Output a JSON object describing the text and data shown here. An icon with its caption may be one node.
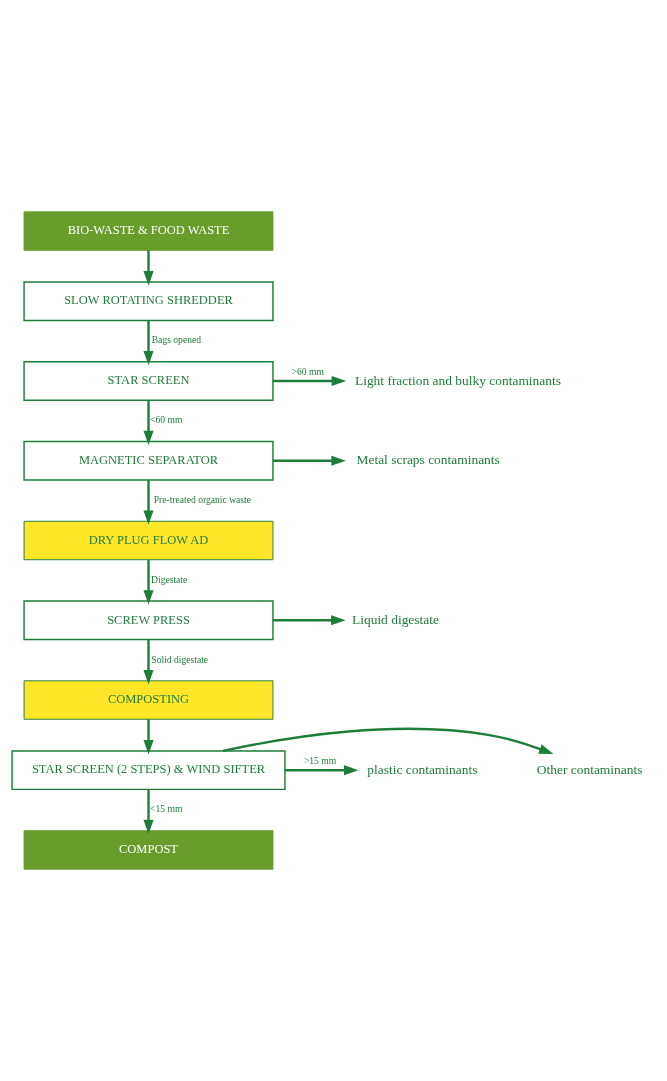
{
  "diagram": {
    "nodes": [
      {
        "text": [
          "BIO-WASTE & FOOD WASTE"
        ]
      },
      {
        "text": [
          "SLOW ROTATING SHREDDER"
        ]
      },
      {
        "text": [
          "STAR SCREEN"
        ]
      },
      {
        "text": [
          "Light fraction and bulky contaminants"
        ]
      },
      {
        "text": [
          "MAGNETIC SEPARATOR"
        ]
      },
      {
        "text": [
          "Metal scraps contaminants"
        ]
      },
      {
        "text": [
          "DRY PLUG FLOW AD"
        ]
      },
      {
        "text": [
          "SCREW PRESS"
        ]
      },
      {
        "text": [
          "Liquid digestate"
        ]
      },
      {
        "text": [
          "COMPOSTING"
        ]
      },
      {
        "text": [
          "STAR SCREEN (2 STEPS) & WIND SIFTER"
        ]
      },
      {
        "text": [
          "plastic contaminants"
        ]
      },
      {
        "text": [
          "Other contaminants"
        ]
      },
      {
        "text": [
          "COMPOST"
        ]
      }
    ],
    "edges": [
      {
        "from": 0,
        "to": 1,
        "arrow": "to"
      },
      {
        "from": 1,
        "to": 2,
        "arrow": "to",
        "label": "Bags opened"
      },
      {
        "from": 2,
        "to": 3,
        "arrow": "to",
        "label": ">60 mm"
      },
      {
        "from": 2,
        "to": 4,
        "arrow": "to",
        "label": "<60 mm"
      },
      {
        "from": 4,
        "to": 5,
        "arrow": "to"
      },
      {
        "from": 4,
        "to": 6,
        "arrow": "to",
        "label": "Pre-treated organic waste"
      },
      {
        "from": 6,
        "to": 7,
        "arrow": "to",
        "label": "Digestate"
      },
      {
        "from": 7,
        "to": 8,
        "arrow": "to"
      },
      {
        "from": 7,
        "to": 9,
        "arrow": "to",
        "label": "Solid digestate"
      },
      {
        "from": 9,
        "to": 10,
        "arrow": "to"
      },
      {
        "from": 10,
        "to": 11,
        "arrow": "to",
        "label": ">15 mm"
      },
      {
        "from": 10,
        "to": 12,
        "arrow": "to"
      },
      {
        "from": 10,
        "to": 13,
        "arrow": "to",
        "label": "<15 mm"
      }
    ]
  }
}
